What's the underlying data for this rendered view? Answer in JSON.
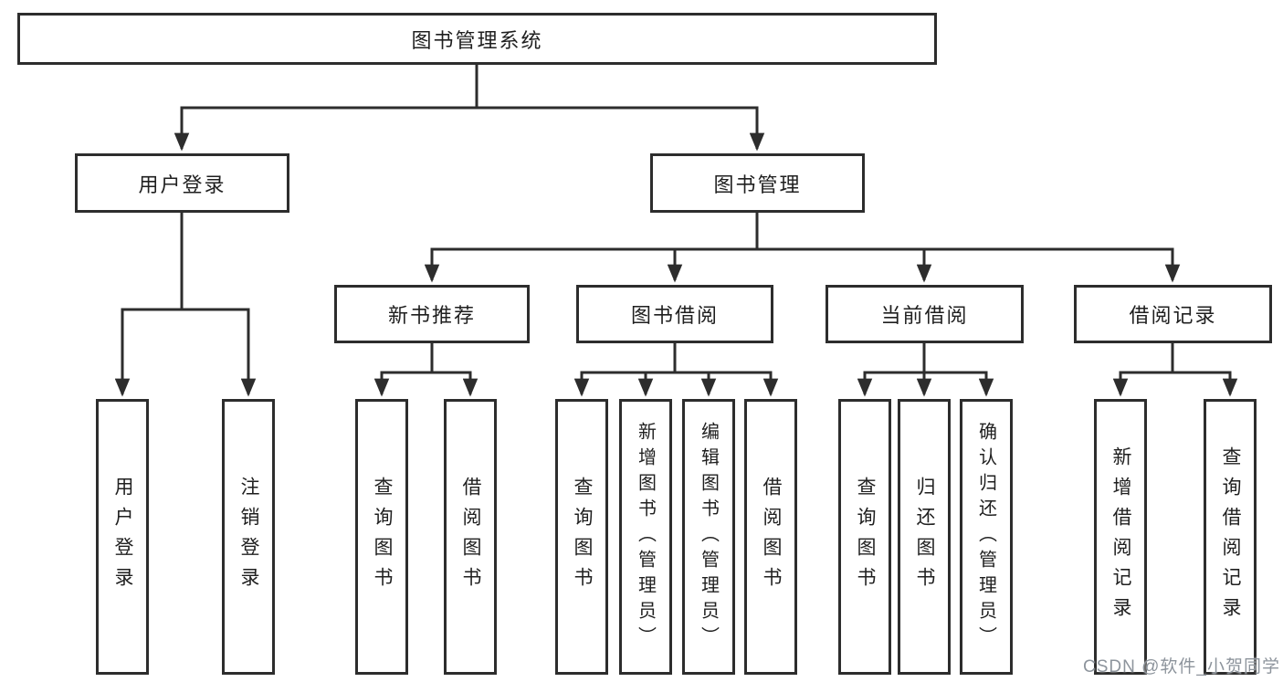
{
  "diagram": {
    "tree": {
      "label": "图书管理系统",
      "children": [
        {
          "label": "用户登录",
          "children": [
            {
              "label": "用户登录"
            },
            {
              "label": "注销登录"
            }
          ]
        },
        {
          "label": "图书管理",
          "children": [
            {
              "label": "新书推荐",
              "children": [
                {
                  "label": "查询图书"
                },
                {
                  "label": "借阅图书"
                }
              ]
            },
            {
              "label": "图书借阅",
              "children": [
                {
                  "label": "查询图书"
                },
                {
                  "label": "新增图书（管理员）"
                },
                {
                  "label": "编辑图书（管理员）"
                },
                {
                  "label": "借阅图书"
                }
              ]
            },
            {
              "label": "当前借阅",
              "children": [
                {
                  "label": "查询图书"
                },
                {
                  "label": "归还图书"
                },
                {
                  "label": "确认归还（管理员）"
                }
              ]
            },
            {
              "label": "借阅记录",
              "children": [
                {
                  "label": "新增借阅记录"
                },
                {
                  "label": "查询借阅记录"
                }
              ]
            }
          ]
        }
      ]
    },
    "watermark": "CSDN @软件_小贺同学",
    "colors": {
      "line": "#2d2d2d",
      "text": "#1f1f1f",
      "background": "#ffffff",
      "watermark": "#8d949c"
    }
  }
}
